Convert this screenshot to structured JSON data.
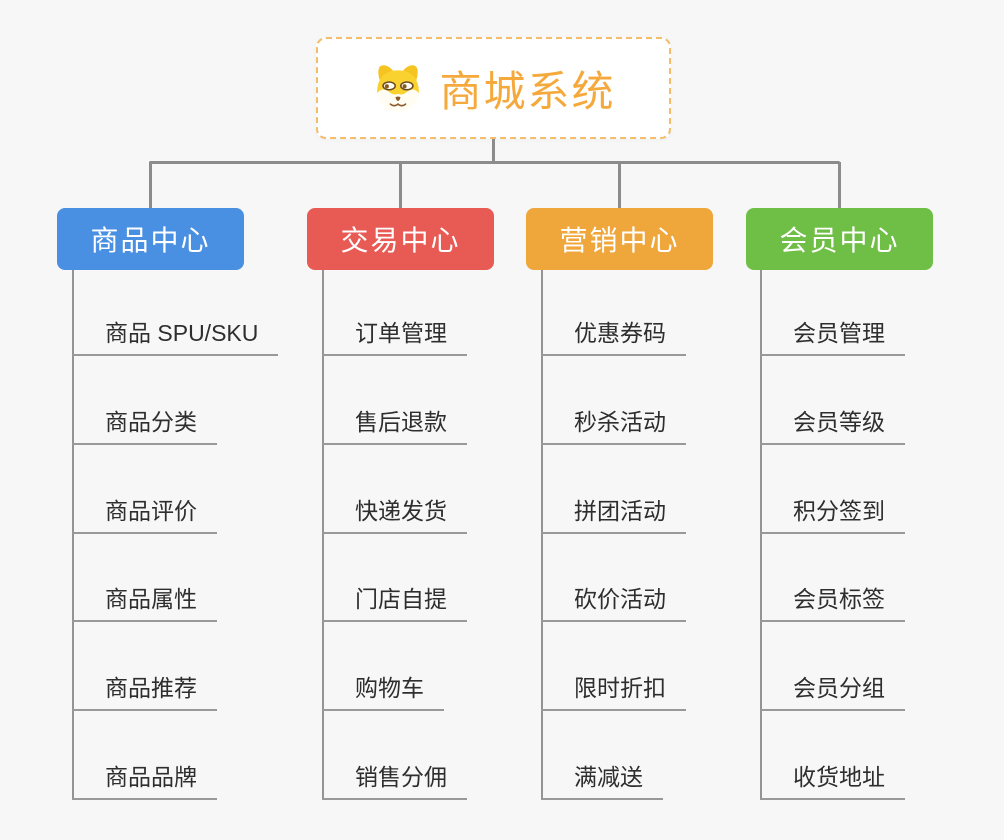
{
  "root": {
    "title": "商城系统",
    "icon": "dog-face-icon"
  },
  "branches": [
    {
      "label": "商品中心",
      "color": "#4a90e2",
      "children": [
        "商品 SPU/SKU",
        "商品分类",
        "商品评价",
        "商品属性",
        "商品推荐",
        "商品品牌"
      ]
    },
    {
      "label": "交易中心",
      "color": "#e85a54",
      "children": [
        "订单管理",
        "售后退款",
        "快递发货",
        "门店自提",
        "购物车",
        "销售分佣"
      ]
    },
    {
      "label": "营销中心",
      "color": "#efa63b",
      "children": [
        "优惠券码",
        "秒杀活动",
        "拼团活动",
        "砍价活动",
        "限时折扣",
        "满减送"
      ]
    },
    {
      "label": "会员中心",
      "color": "#6fbe45",
      "children": [
        "会员管理",
        "会员等级",
        "积分签到",
        "会员标签",
        "会员分组",
        "收货地址"
      ]
    }
  ],
  "colors": {
    "background": "#f7f7f7",
    "connector": "#8c8c8c",
    "leaf_underline": "#999999",
    "leaf_text": "#2e2e2e",
    "root_text": "#f5a93c",
    "root_border": "#f3bd6b",
    "root_background": "#ffffff"
  }
}
